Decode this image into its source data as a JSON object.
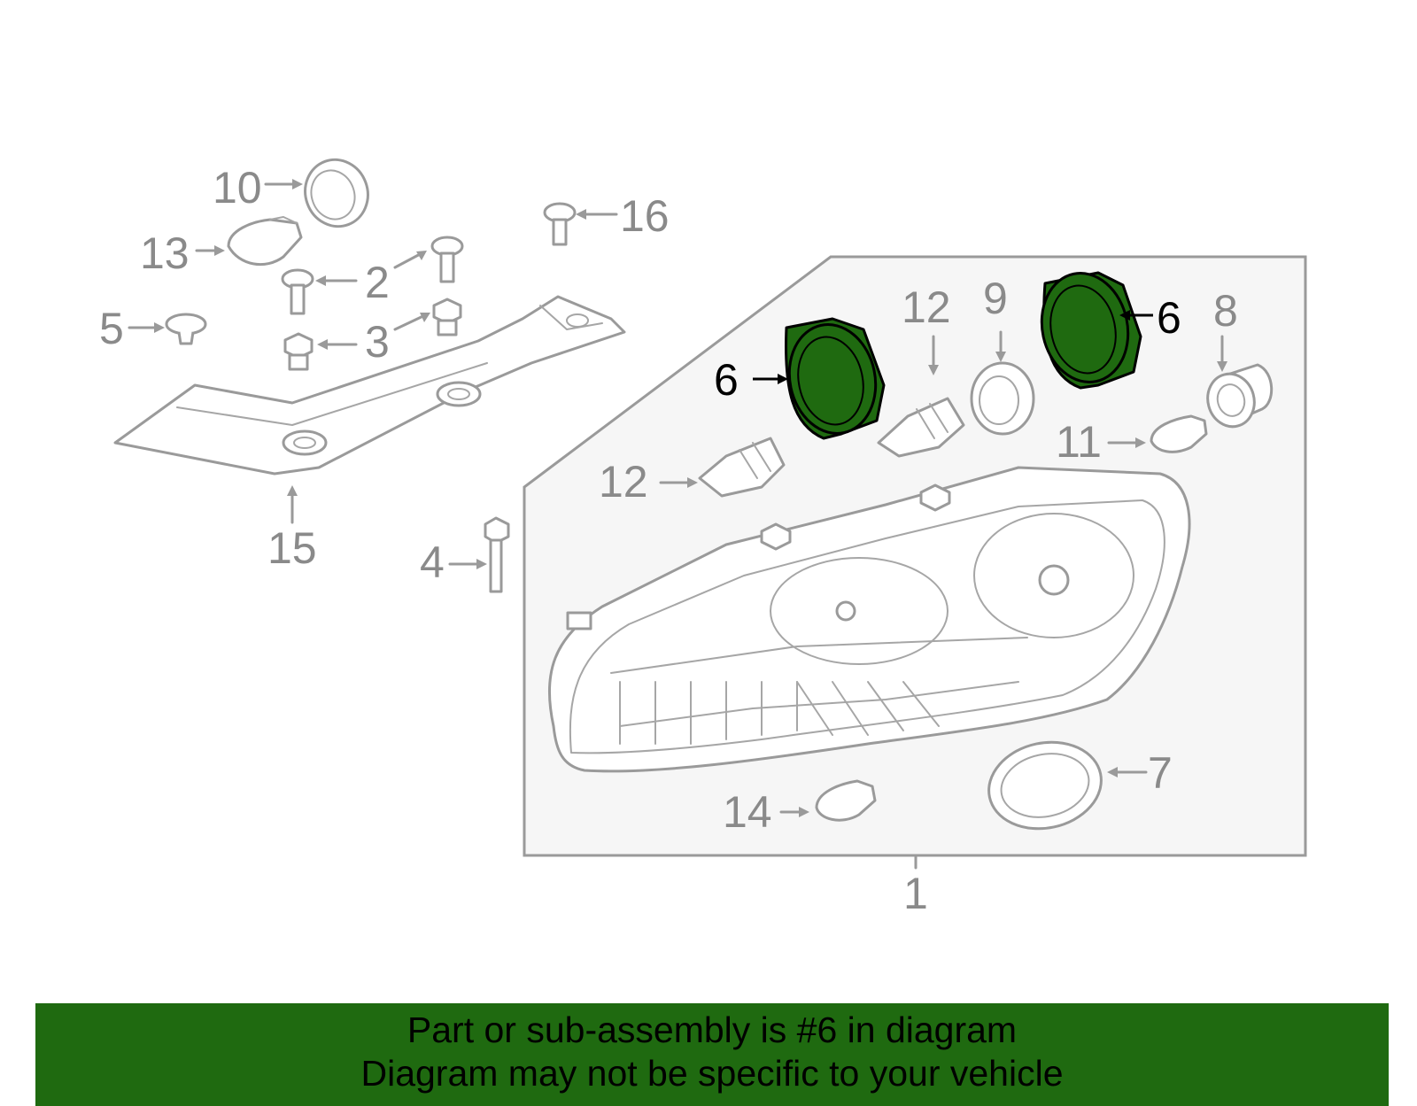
{
  "diagram": {
    "highlight_color": "#1f6a10",
    "callouts": [
      "10",
      "13",
      "16",
      "2",
      "5",
      "3",
      "15",
      "4",
      "12",
      "9",
      "6",
      "8",
      "11",
      "14",
      "7",
      "1"
    ],
    "highlighted_part": "6"
  },
  "banner": {
    "line1": "Part or sub-assembly is #6 in diagram",
    "line2": "Diagram may not be specific to your vehicle"
  }
}
